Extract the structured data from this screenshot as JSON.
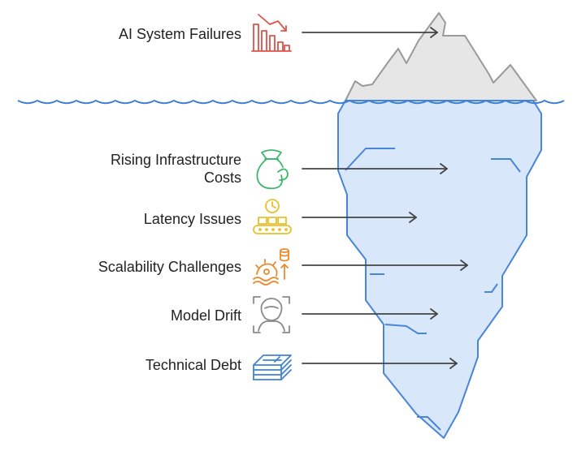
{
  "diagram": {
    "surface_label": "AI System Failures",
    "hidden_labels": [
      "Rising Infrastructure\nCosts",
      "Latency Issues",
      "Scalability Challenges",
      "Model Drift",
      "Technical Debt"
    ],
    "icons": {
      "surface": "declining-bar-chart-icon",
      "hidden": [
        "money-bag-icon",
        "conveyor-clock-icon",
        "scaling-gears-database-icon",
        "face-scan-icon",
        "stacked-papers-icon"
      ]
    },
    "colors": {
      "water_line": "#3d7fd6",
      "iceberg_fill": "#d9e7fb",
      "iceberg_stroke": "#4a86d8",
      "tip_fill": "#e6e6e6",
      "tip_stroke": "#9a9a9a",
      "arrow": "#444444",
      "surface_icon": "#e0524a",
      "costs_icon": "#3cb66b",
      "latency_icon": "#e5c12a",
      "scalability_icon": "#ea8a2e",
      "drift_icon": "#8a8a8a",
      "debt_icon": "#3f83d6"
    }
  }
}
